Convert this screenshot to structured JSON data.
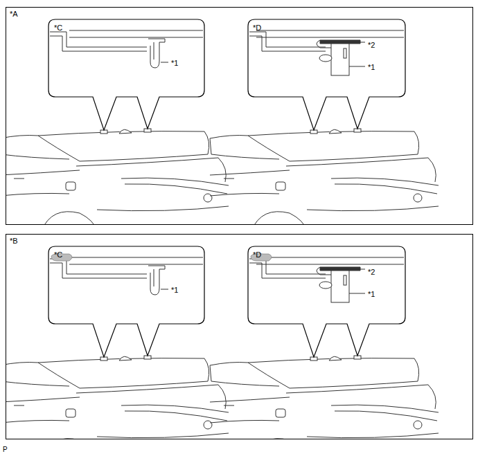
{
  "diagram": {
    "nodes": [
      {
        "text": [
          "*A"
        ]
      },
      {
        "text": [
          "*C",
          "*1"
        ],
        "in": 0
      },
      {
        "text": [
          "*D",
          "*2",
          "*1"
        ],
        "in": 0
      },
      {
        "text": [
          "*B"
        ]
      },
      {
        "text": [
          "*C",
          "*1"
        ],
        "in": 3
      },
      {
        "text": [
          "*D",
          "*2",
          "*1"
        ],
        "in": 3
      }
    ],
    "labels": [
      "P"
    ]
  }
}
